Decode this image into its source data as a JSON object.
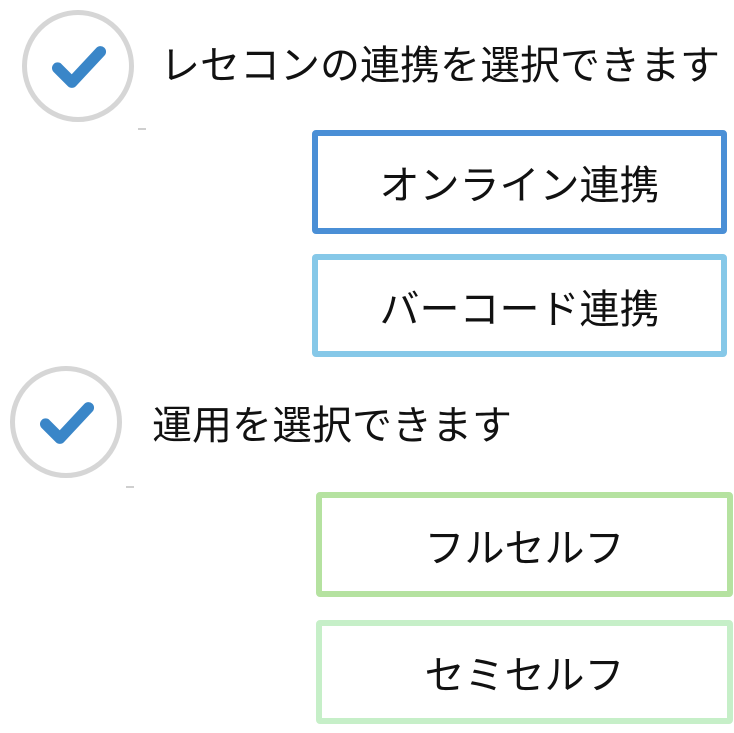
{
  "section1": {
    "icon": "checkmark-icon",
    "heading": "レセコンの連携を選択できます",
    "options": [
      {
        "label": "オンライン連携",
        "border_color": "#4a8fd6"
      },
      {
        "label": "バーコード連携",
        "border_color": "#86c8e8"
      }
    ]
  },
  "section2": {
    "icon": "checkmark-icon",
    "heading": "運用を選択できます",
    "options": [
      {
        "label": "フルセルフ",
        "border_color": "#b5e2a0"
      },
      {
        "label": "セミセルフ",
        "border_color": "#c6efc8"
      }
    ]
  },
  "colors": {
    "check": "#3a86c8",
    "circle_border": "#d6d6d6"
  }
}
